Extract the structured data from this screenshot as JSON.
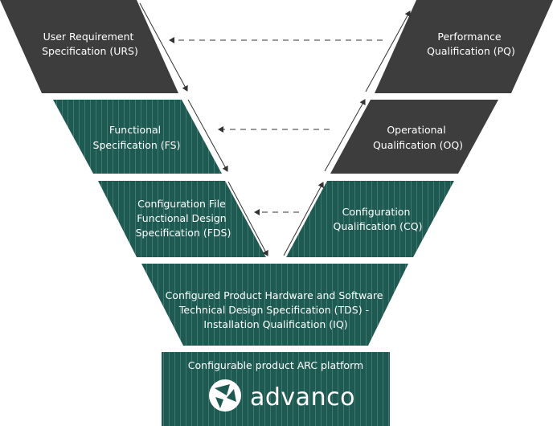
{
  "colors": {
    "dark": "#3d3d3d",
    "teal": "#1f5a52",
    "teal_stripe": "#3e7a71",
    "arrow": "#333333"
  },
  "left": {
    "urs": [
      "User Requirement",
      "Specification (URS)"
    ],
    "fs": [
      "Functional",
      "Specification (FS)"
    ],
    "fds": [
      "Configuration File",
      "Functional Design",
      "Specification (FDS)"
    ]
  },
  "right": {
    "pq": [
      "Performance",
      "Qualification (PQ)"
    ],
    "oq": [
      "Operational",
      "Qualification (OQ)"
    ],
    "cq": [
      "Configuration",
      "Qualification (CQ)"
    ]
  },
  "bottom": {
    "tds": [
      "Configured Product Hardware and Software",
      "Technical Design Specification (TDS) -",
      "Installation Qualification (IQ)"
    ]
  },
  "platform": {
    "title": "Configurable product ARC platform",
    "logo_text": "advanco",
    "logo_icon": "advanco-logo-icon"
  }
}
